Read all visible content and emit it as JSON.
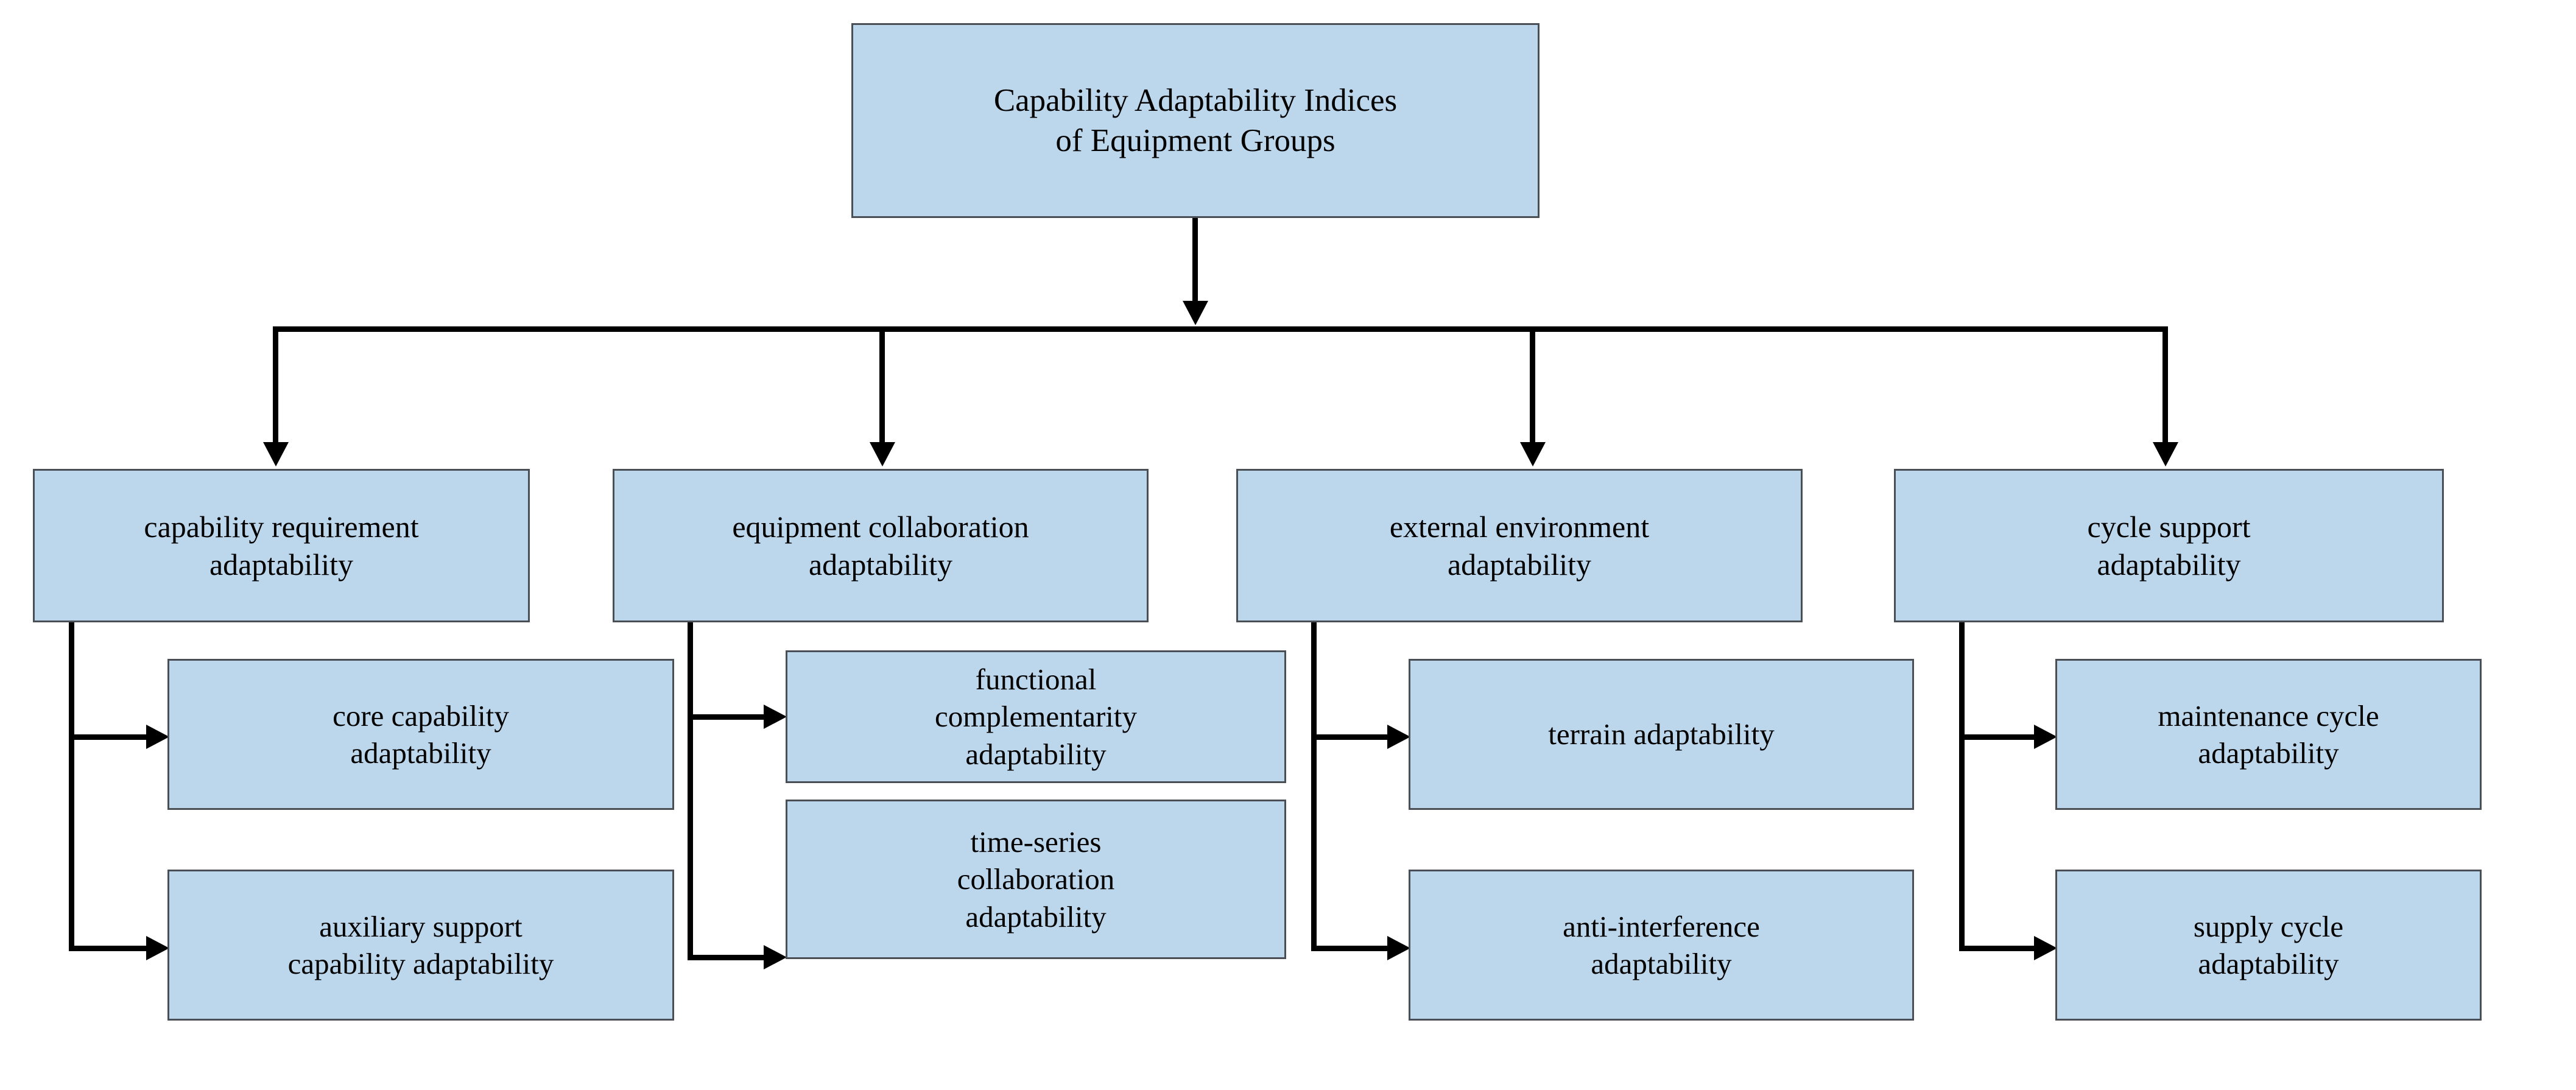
{
  "diagram": {
    "type": "hierarchy-tree",
    "orientation": "top-down",
    "root": {
      "label": "Capability Adaptability Indices\nof Equipment Groups"
    },
    "branches": [
      {
        "label": "capability requirement\nadaptability",
        "children": [
          {
            "label": "core capability\nadaptability"
          },
          {
            "label": "auxiliary support\ncapability adaptability"
          }
        ]
      },
      {
        "label": "equipment collaboration\nadaptability",
        "children": [
          {
            "label": "functional\ncomplementarity\nadaptability"
          },
          {
            "label": "time-series\ncollaboration\nadaptability"
          }
        ]
      },
      {
        "label": "external environment\nadaptability",
        "children": [
          {
            "label": "terrain adaptability"
          },
          {
            "label": "anti-interference\nadaptability"
          }
        ]
      },
      {
        "label": "cycle support\nadaptability",
        "children": [
          {
            "label": "maintenance cycle\nadaptability"
          },
          {
            "label": "supply cycle\nadaptability"
          }
        ]
      }
    ],
    "colors": {
      "node_fill": "#bcd6ec",
      "node_border": "#4a4f55",
      "connector": "#000000",
      "text": "#000000",
      "background": "#ffffff"
    }
  }
}
